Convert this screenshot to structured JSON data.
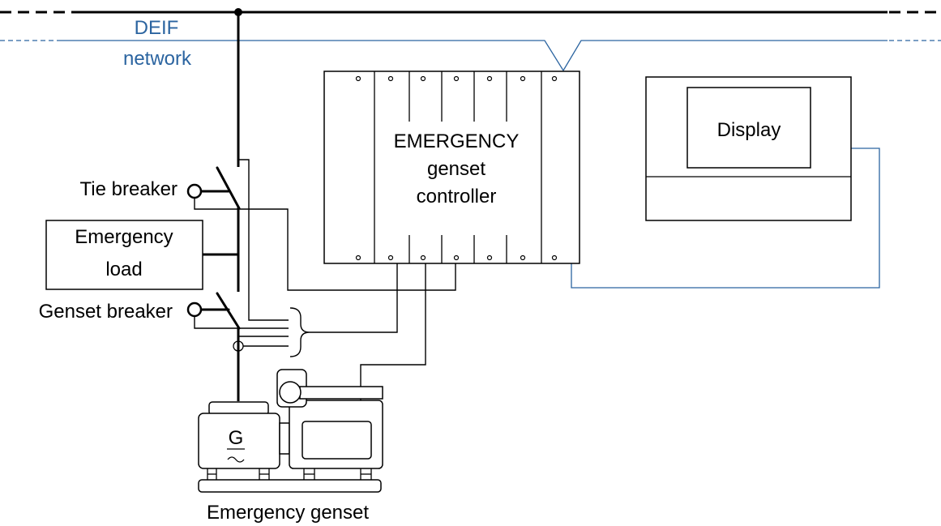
{
  "network": {
    "label_line1": "DEIF",
    "label_line2": "network"
  },
  "tie_breaker": {
    "label": "Tie breaker"
  },
  "emergency_load": {
    "label_line1": "Emergency",
    "label_line2": "load"
  },
  "genset_breaker": {
    "label": "Genset breaker"
  },
  "controller": {
    "label_line1": "EMERGENCY",
    "label_line2": "genset",
    "label_line3": "controller"
  },
  "display": {
    "label": "Display"
  },
  "genset": {
    "generator_symbol": "G",
    "label": "Emergency genset"
  },
  "colors": {
    "busbar": "#000000",
    "network": "#2b64a0",
    "wiring": "#000000"
  }
}
